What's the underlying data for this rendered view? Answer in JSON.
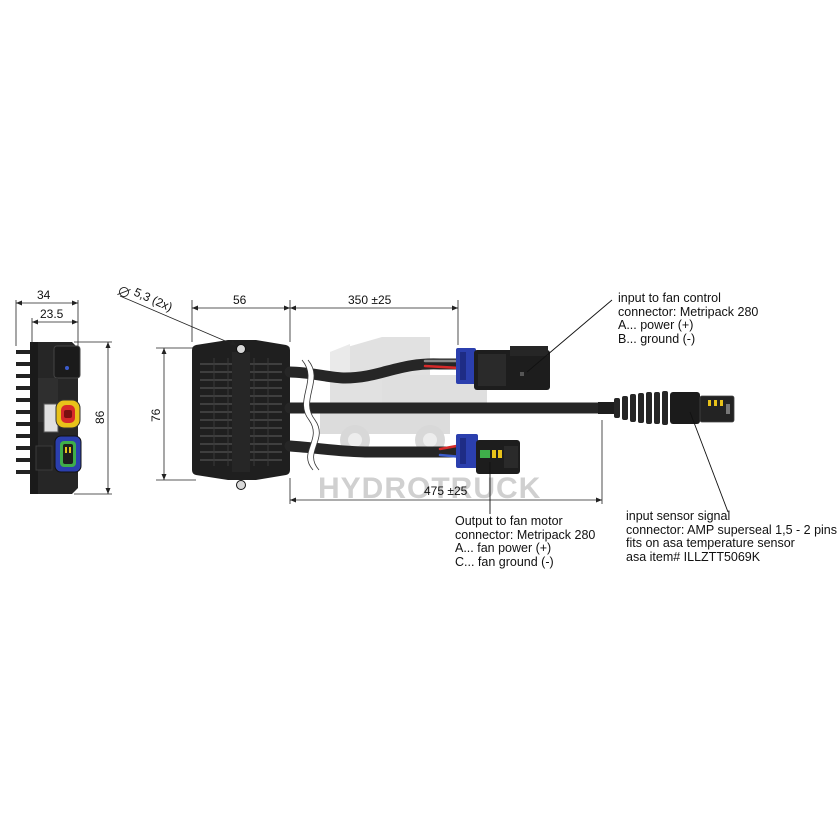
{
  "dimensions": {
    "side_width": "34",
    "side_inner_width": "23.5",
    "side_height": "86",
    "hole": "5,3  (2x)",
    "front_width": "56",
    "front_height": "76",
    "cable_short": "350 ±25",
    "cable_long": "475 ±25"
  },
  "watermark": "HYDROTRUCK",
  "callouts": {
    "fan_control": {
      "line1": "input to fan control",
      "line2": "connector: Metripack 280",
      "line3": "A... power (+)",
      "line4": "B... ground (-)"
    },
    "fan_motor": {
      "line1": "Output to fan motor",
      "line2": "connector: Metripack 280",
      "line3": "A... fan power (+)",
      "line4": "C... fan ground (-)"
    },
    "sensor": {
      "line1": "input sensor signal",
      "line2": "connector: AMP superseal 1,5 - 2 pins",
      "line3": "fits on asa temperature sensor",
      "line4": "asa item# ILLZTT5069K"
    }
  },
  "colors": {
    "housing": "#1f1f1f",
    "cable": "#262626",
    "connector_blue": "#2b3fae",
    "connector_red": "#d62a2a",
    "connector_yellow": "#e8c21a",
    "connector_green": "#3fae4a",
    "watermark": "#d0d0d0"
  }
}
